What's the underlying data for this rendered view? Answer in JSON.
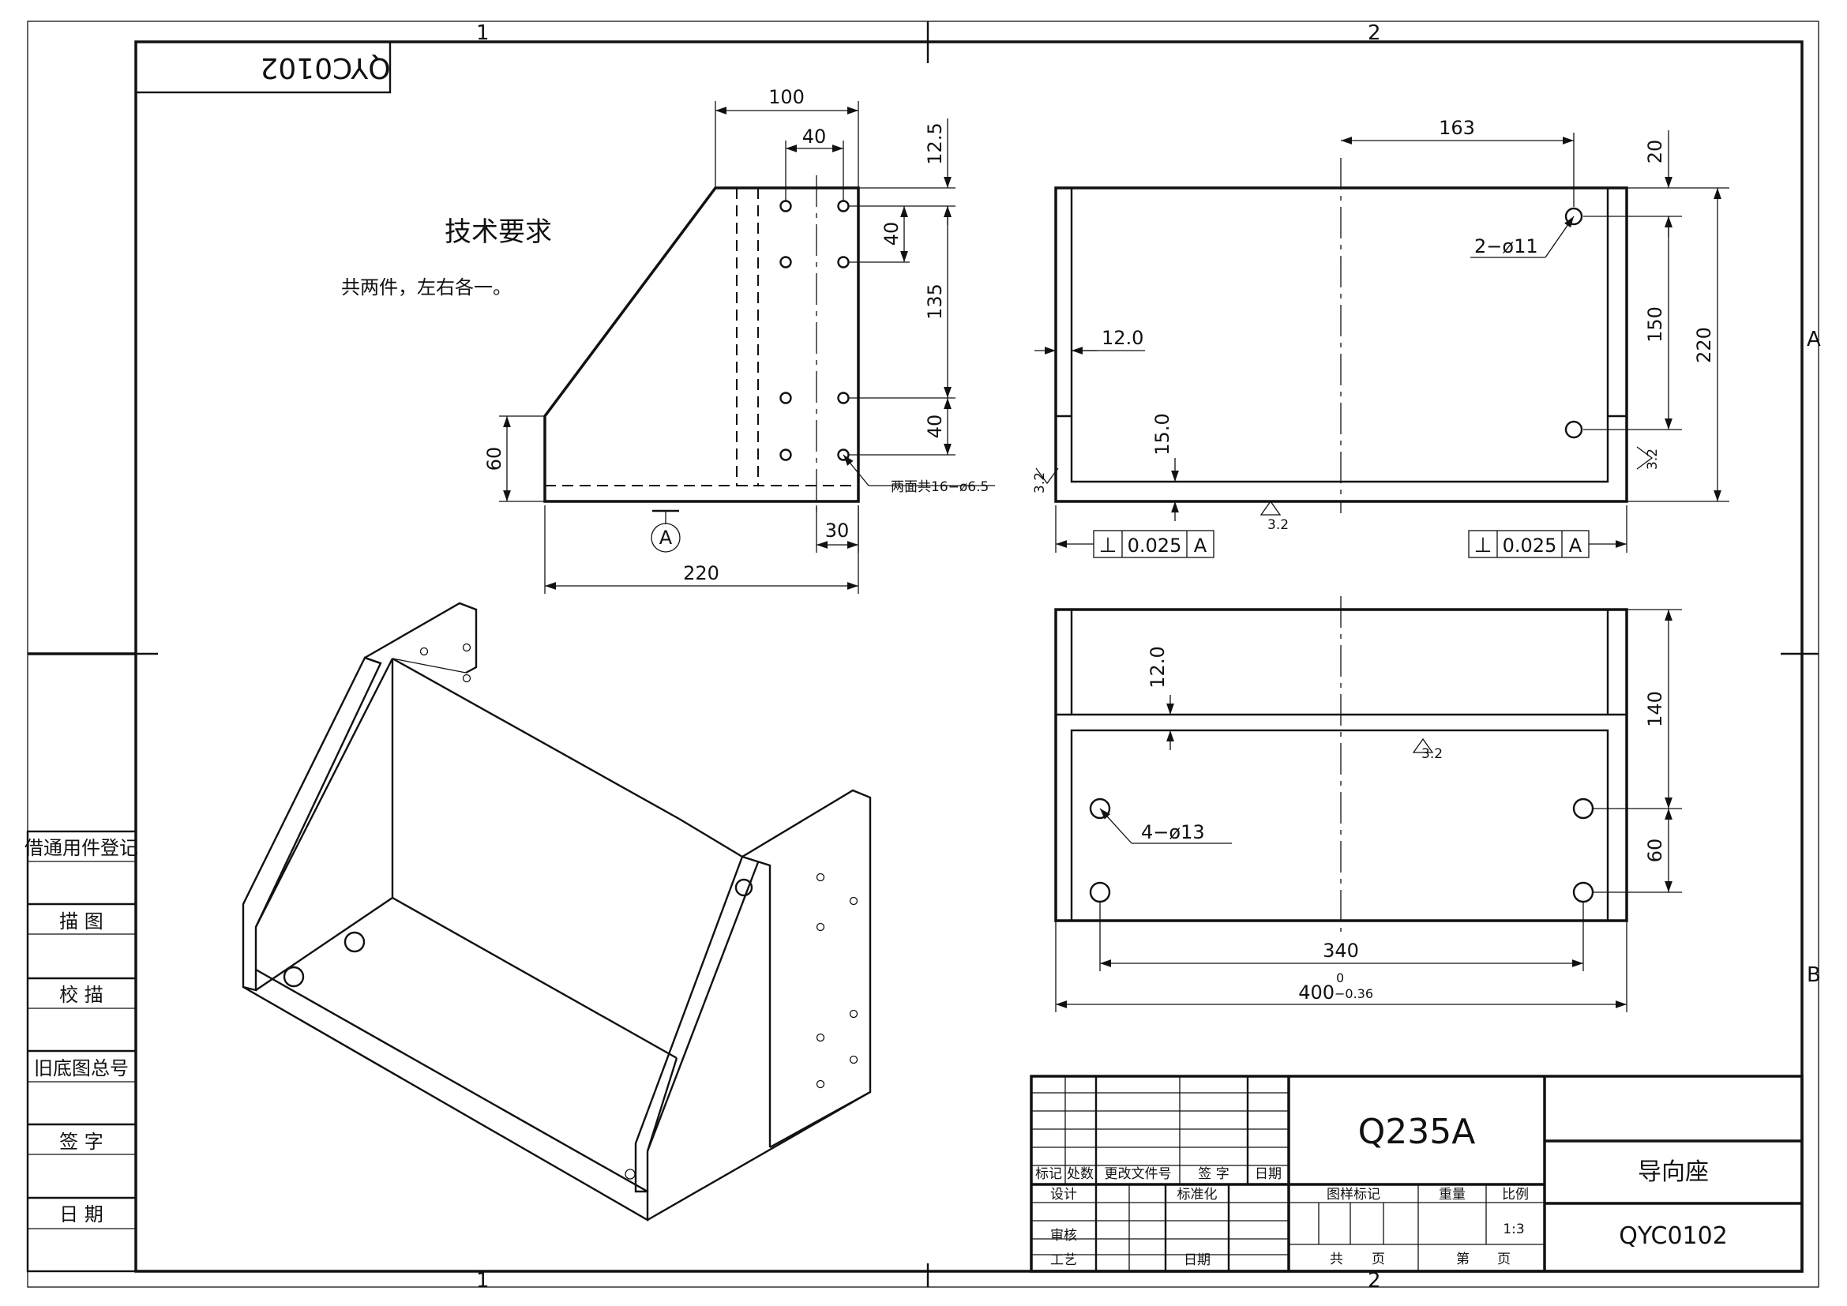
{
  "drawing": {
    "code_mirrored": "QYC0102",
    "zone_top": [
      "1",
      "2"
    ],
    "zone_side": [
      "A",
      "B"
    ]
  },
  "notes": {
    "title": "技术要求",
    "line1": "共两件，左右各一。"
  },
  "front_view": {
    "dim_100": "100",
    "dim_40_top": "40",
    "dim_12_5": "12.5",
    "dim_40_a": "40",
    "dim_135": "135",
    "dim_40_b": "40",
    "dim_60": "60",
    "dim_30": "30",
    "dim_220": "220",
    "hole_callout": "两面共16−ø6.5",
    "datum": "A"
  },
  "top_view": {
    "dim_163": "163",
    "dim_20": "20",
    "hole_callout": "2−ø11",
    "dim_12_0": "12.0",
    "dim_15_0": "15.0",
    "dim_150": "150",
    "dim_220": "220",
    "rough_left": "3.2",
    "rough_right": "3.2",
    "rough_bottom": "3.2",
    "tol_left": {
      "symbol": "⊥",
      "value": "0.025",
      "datum": "A"
    },
    "tol_right": {
      "symbol": "⊥",
      "value": "0.025",
      "datum": "A"
    }
  },
  "bottom_view": {
    "dim_12_0": "12.0",
    "dim_140": "140",
    "dim_60": "60",
    "rough": "3.2",
    "hole_callout": "4−ø13",
    "dim_340": "340",
    "dim_400": "400",
    "tol_upper": "0",
    "tol_lower": "−0.36"
  },
  "side_block": {
    "rows": [
      "借通用件登记",
      "描 图",
      "校 描",
      "旧底图总号",
      "签 字",
      "日 期"
    ]
  },
  "title_block": {
    "material": "Q235A",
    "part_name": "导向座",
    "drawing_no": "QYC0102",
    "rev_headers": [
      "标记",
      "处数",
      "更改文件号",
      "签 字",
      "日期"
    ],
    "design": "设计",
    "standard": "标准化",
    "review": "审核",
    "process": "工艺",
    "date": "日期",
    "mark_label": "图样标记",
    "weight_label": "重量",
    "scale_label": "比例",
    "scale_value": "1:3",
    "total_label": "共",
    "page_unit": "页",
    "num_label": "第",
    "page_unit2": "页"
  }
}
